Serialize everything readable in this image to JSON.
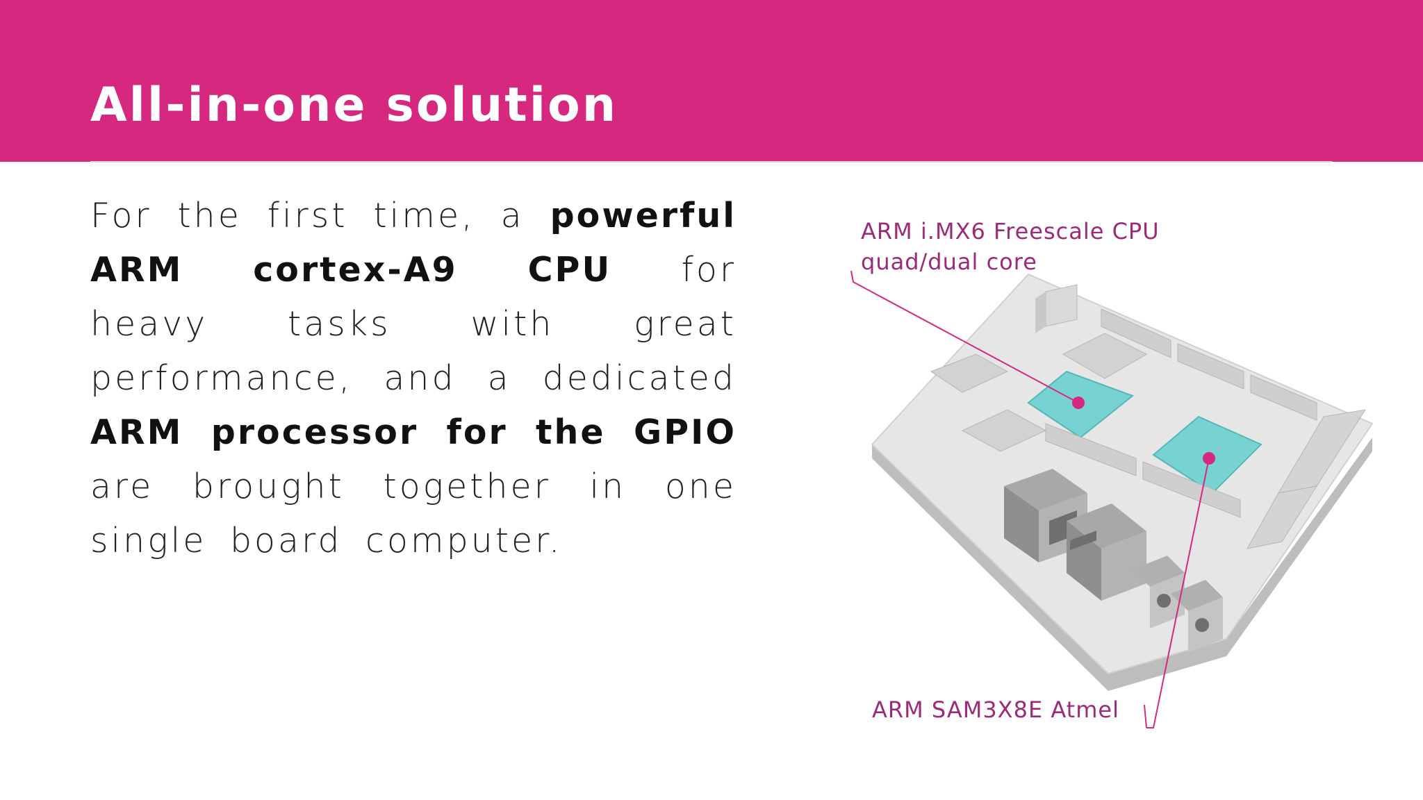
{
  "slide": {
    "title": "All-in-one solution",
    "paragraph": [
      {
        "text": "For the first time, a ",
        "bold": false
      },
      {
        "text": "powerful ARM cortex-A9 CPU",
        "bold": true
      },
      {
        "text": " for heavy tasks with great performance, and a dedicated ",
        "bold": false
      },
      {
        "text": "ARM processor for the GPIO",
        "bold": true
      },
      {
        "text": " are brought together in one single board computer.",
        "bold": false
      }
    ]
  },
  "diagram": {
    "cpu_label_line1": "ARM i.MX6 Freescale CPU",
    "cpu_label_line2": "quad/dual core",
    "mcu_label": "ARM SAM3X8E Atmel"
  },
  "colors": {
    "header": "#d6287f",
    "chip": "#76d3d2",
    "callout": "#d6287f",
    "label": "#9c2a78"
  }
}
